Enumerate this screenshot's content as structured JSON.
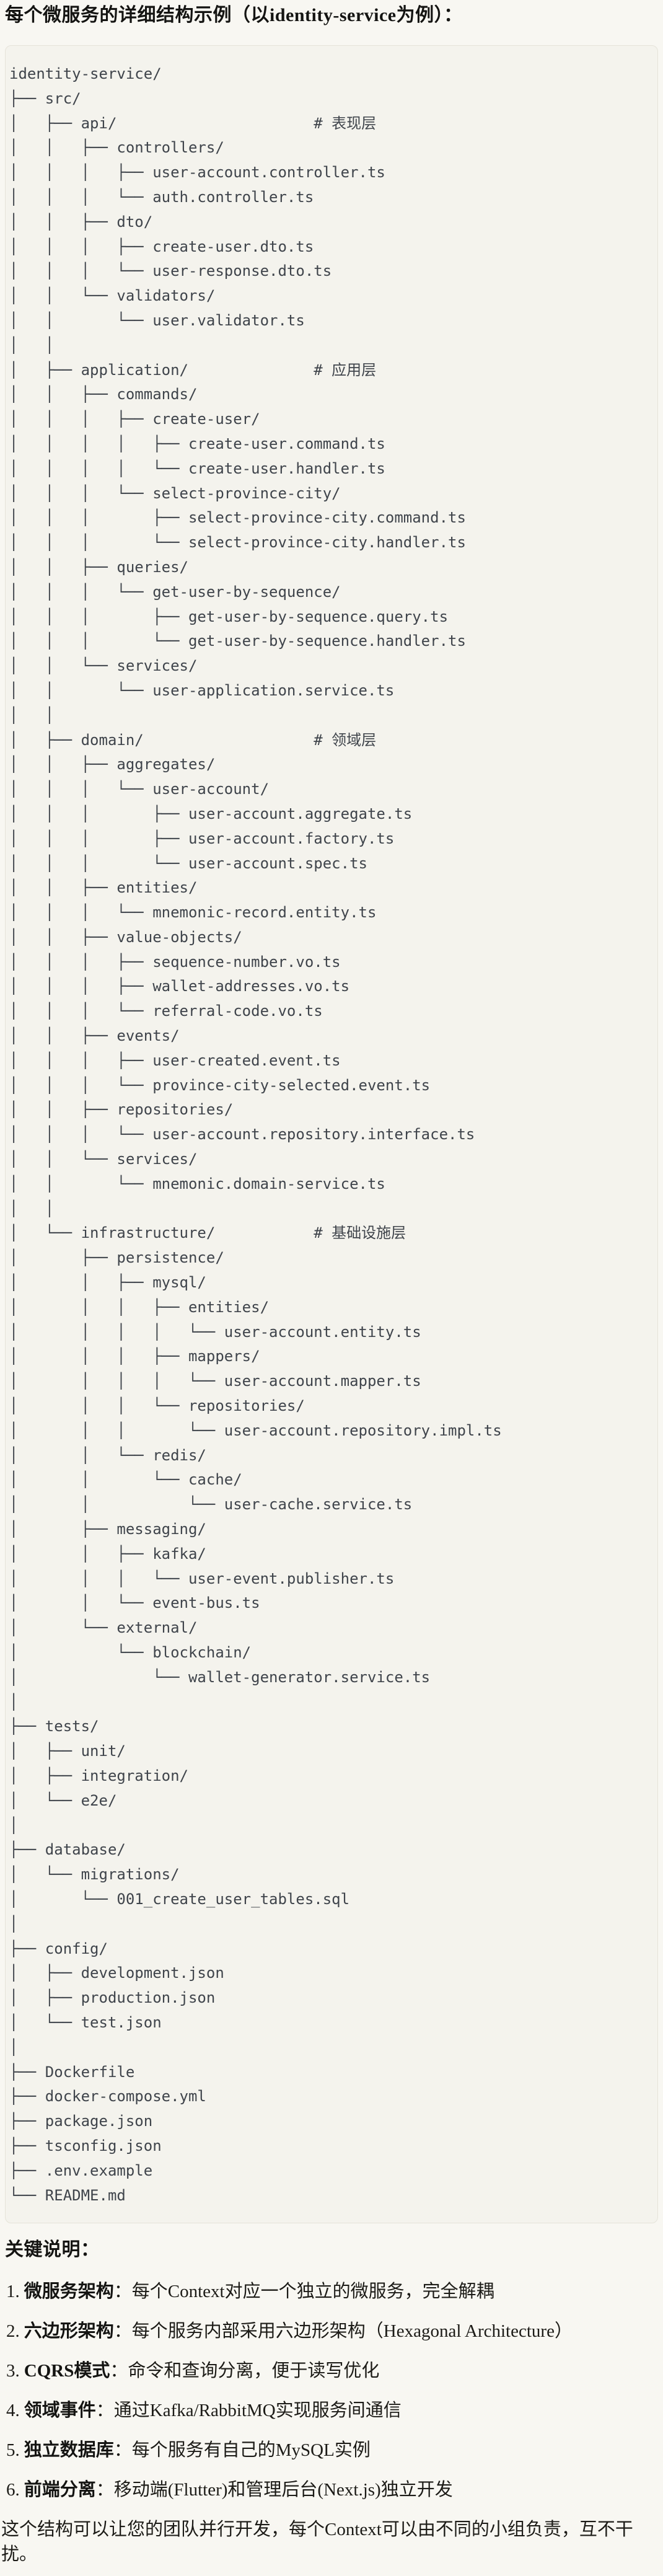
{
  "page": {
    "title": "每个微服务的详细结构示例（以identity-service为例）：",
    "notes_heading": "关键说明：",
    "notes": [
      {
        "num": "1.",
        "term": "微服务架构",
        "desc": "：每个Context对应一个独立的微服务，完全解耦"
      },
      {
        "num": "2.",
        "term": "六边形架构",
        "desc": "：每个服务内部采用六边形架构（Hexagonal Architecture）"
      },
      {
        "num": "3.",
        "term": "CQRS模式",
        "desc": "：命令和查询分离，便于读写优化"
      },
      {
        "num": "4.",
        "term": "领域事件",
        "desc": "：通过Kafka/RabbitMQ实现服务间通信"
      },
      {
        "num": "5.",
        "term": "独立数据库",
        "desc": "：每个服务有自己的MySQL实例"
      },
      {
        "num": "6.",
        "term": "前端分离",
        "desc": "：移动端(Flutter)和管理后台(Next.js)独立开发"
      }
    ],
    "footer": "这个结构可以让您的团队并行开发，每个Context可以由不同的小组负责，互不干扰。"
  },
  "tree": {
    "layer_comments": [
      "# 表现层",
      "# 应用层",
      "# 领域层",
      "# 基础设施层"
    ],
    "lines": [
      "identity-service/",
      "├── src/",
      "│   ├── api/                      # 表现层",
      "│   │   ├── controllers/",
      "│   │   │   ├── user-account.controller.ts",
      "│   │   │   └── auth.controller.ts",
      "│   │   ├── dto/",
      "│   │   │   ├── create-user.dto.ts",
      "│   │   │   └── user-response.dto.ts",
      "│   │   └── validators/",
      "│   │       └── user.validator.ts",
      "│   │",
      "│   ├── application/              # 应用层",
      "│   │   ├── commands/",
      "│   │   │   ├── create-user/",
      "│   │   │   │   ├── create-user.command.ts",
      "│   │   │   │   └── create-user.handler.ts",
      "│   │   │   └── select-province-city/",
      "│   │   │       ├── select-province-city.command.ts",
      "│   │   │       └── select-province-city.handler.ts",
      "│   │   ├── queries/",
      "│   │   │   └── get-user-by-sequence/",
      "│   │   │       ├── get-user-by-sequence.query.ts",
      "│   │   │       └── get-user-by-sequence.handler.ts",
      "│   │   └── services/",
      "│   │       └── user-application.service.ts",
      "│   │",
      "│   ├── domain/                   # 领域层",
      "│   │   ├── aggregates/",
      "│   │   │   └── user-account/",
      "│   │   │       ├── user-account.aggregate.ts",
      "│   │   │       ├── user-account.factory.ts",
      "│   │   │       └── user-account.spec.ts",
      "│   │   ├── entities/",
      "│   │   │   └── mnemonic-record.entity.ts",
      "│   │   ├── value-objects/",
      "│   │   │   ├── sequence-number.vo.ts",
      "│   │   │   ├── wallet-addresses.vo.ts",
      "│   │   │   └── referral-code.vo.ts",
      "│   │   ├── events/",
      "│   │   │   ├── user-created.event.ts",
      "│   │   │   └── province-city-selected.event.ts",
      "│   │   ├── repositories/",
      "│   │   │   └── user-account.repository.interface.ts",
      "│   │   └── services/",
      "│   │       └── mnemonic.domain-service.ts",
      "│   │",
      "│   └── infrastructure/           # 基础设施层",
      "│       ├── persistence/",
      "│       │   ├── mysql/",
      "│       │   │   ├── entities/",
      "│       │   │   │   └── user-account.entity.ts",
      "│       │   │   ├── mappers/",
      "│       │   │   │   └── user-account.mapper.ts",
      "│       │   │   └── repositories/",
      "│       │   │       └── user-account.repository.impl.ts",
      "│       │   └── redis/",
      "│       │       └── cache/",
      "│       │           └── user-cache.service.ts",
      "│       ├── messaging/",
      "│       │   ├── kafka/",
      "│       │   │   └── user-event.publisher.ts",
      "│       │   └── event-bus.ts",
      "│       └── external/",
      "│           └── blockchain/",
      "│               └── wallet-generator.service.ts",
      "│",
      "├── tests/",
      "│   ├── unit/",
      "│   ├── integration/",
      "│   └── e2e/",
      "│",
      "├── database/",
      "│   └── migrations/",
      "│       └── 001_create_user_tables.sql",
      "│",
      "├── config/",
      "│   ├── development.json",
      "│   ├── production.json",
      "│   └── test.json",
      "│",
      "├── Dockerfile",
      "├── docker-compose.yml",
      "├── package.json",
      "├── tsconfig.json",
      "├── .env.example",
      "└── README.md"
    ]
  }
}
